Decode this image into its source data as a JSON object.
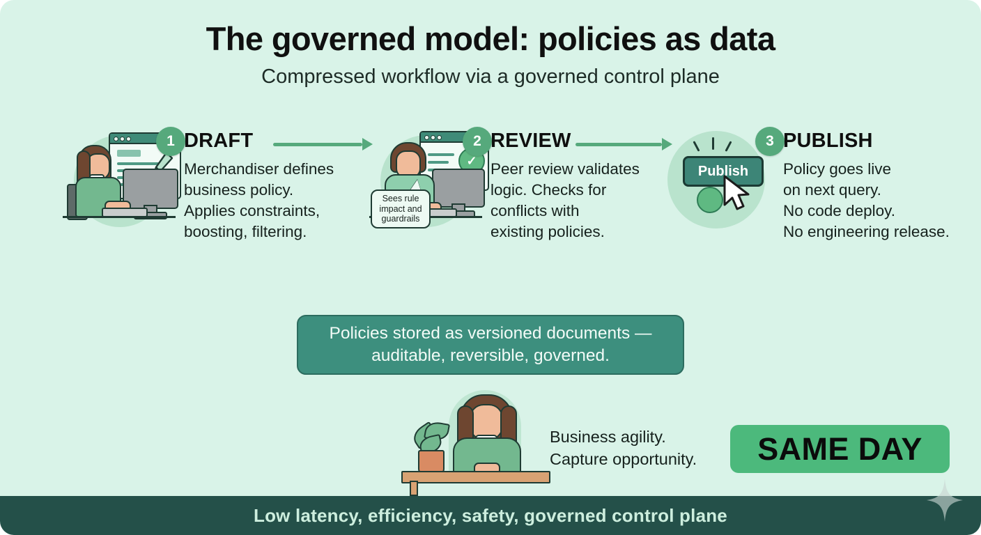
{
  "header": {
    "title": "The governed model: policies as data",
    "subtitle": "Compressed workflow via a governed control plane"
  },
  "steps": [
    {
      "badge": "1",
      "title": "DRAFT",
      "description": "Merchandiser defines\nbusiness policy.\nApplies constraints,\nboosting, filtering.",
      "illustration": "person-at-desk-drafting-policy"
    },
    {
      "badge": "2",
      "title": "REVIEW",
      "description": "Peer review validates\nlogic. Checks for\nconflicts with\nexisting policies.",
      "illustration": "person-reviewing-with-approval-check",
      "callout": "Sees rule\nimpact and\nguardrails"
    },
    {
      "badge": "3",
      "title": "PUBLISH",
      "description": "Policy goes live\non next query.\nNo code deploy.\nNo engineering release.",
      "illustration": "publish-button-with-cursor-and-check",
      "button_label": "Publish"
    }
  ],
  "mid_banner": {
    "text": "Policies stored as versioned documents —\nauditable, reversible, governed."
  },
  "bottom": {
    "illustration": "business-person-at-desk-with-plant",
    "text": "Business agility.\nCapture opportunity.",
    "highlight": "SAME DAY"
  },
  "footer": {
    "text": "Low latency, efficiency, safety, governed control plane",
    "watermark": "sparkle-icon"
  },
  "colors": {
    "background": "#d9f3e8",
    "footer_bar": "#245049",
    "banner": "#3d8f7e",
    "accent_green": "#56a97c",
    "highlight_green": "#4cb97c",
    "publish_button": "#3d8577",
    "text_dark": "#16211d"
  }
}
